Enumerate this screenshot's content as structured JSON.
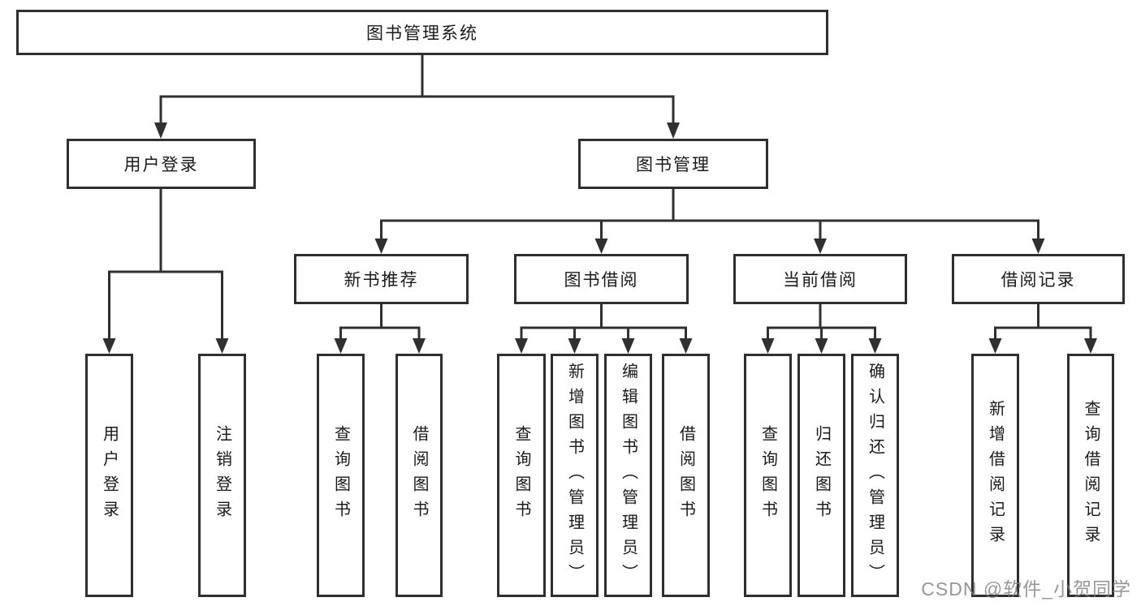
{
  "diagram": {
    "type": "hierarchy-tree",
    "root": {
      "label": "图书管理系统",
      "children": [
        {
          "label": "用户登录",
          "children": [
            {
              "label": "用户登录"
            },
            {
              "label": "注销登录"
            }
          ]
        },
        {
          "label": "图书管理",
          "children": [
            {
              "label": "新书推荐",
              "children": [
                {
                  "label": "查询图书"
                },
                {
                  "label": "借阅图书"
                }
              ]
            },
            {
              "label": "图书借阅",
              "children": [
                {
                  "label": "查询图书"
                },
                {
                  "label": "新增图书（管理员）"
                },
                {
                  "label": "编辑图书（管理员）"
                },
                {
                  "label": "借阅图书"
                }
              ]
            },
            {
              "label": "当前借阅",
              "children": [
                {
                  "label": "查询图书"
                },
                {
                  "label": "归还图书"
                },
                {
                  "label": "确认归还（管理员）"
                }
              ]
            },
            {
              "label": "借阅记录",
              "children": [
                {
                  "label": "新增借阅记录"
                },
                {
                  "label": "查询借阅记录"
                }
              ]
            }
          ]
        }
      ]
    }
  },
  "watermark": {
    "text": "CSDN @软件_小贺同学"
  },
  "colors": {
    "line": "#303030",
    "box_border": "#2f2f2f",
    "text": "#1a1a1a",
    "background": "#ffffff",
    "watermark": "#7d7d7d"
  }
}
